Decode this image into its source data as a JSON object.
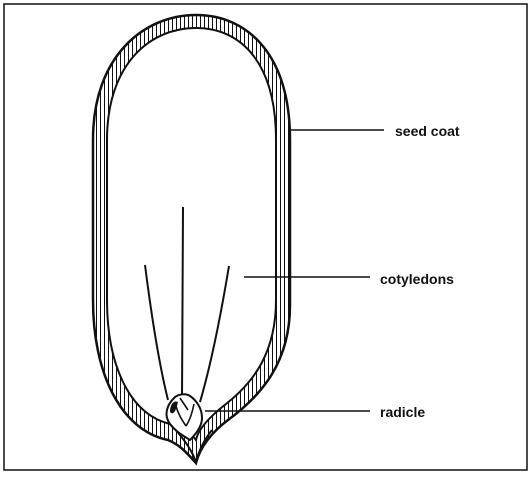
{
  "labels": {
    "seed_coat": "seed coat",
    "cotyledons": "cotyledons",
    "radicle": "radicle"
  },
  "colors": {
    "ink": "#111111",
    "background": "#ffffff"
  }
}
